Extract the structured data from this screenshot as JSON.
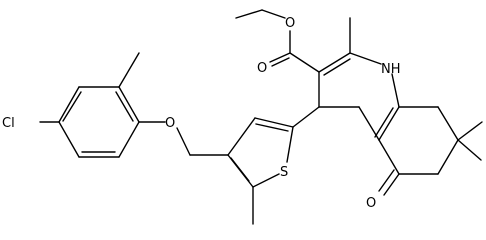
{
  "diagram": {
    "type": "skeletal-structure",
    "atoms": [
      {
        "id": "cl",
        "element": "Cl",
        "label": "Cl"
      },
      {
        "id": "o_ether",
        "element": "O",
        "label": "O"
      },
      {
        "id": "o_ester_carbonyl",
        "element": "O",
        "label": "O"
      },
      {
        "id": "o_ester_alkoxy",
        "element": "O",
        "label": "O"
      },
      {
        "id": "nh",
        "element": "N",
        "label": "NH"
      },
      {
        "id": "s",
        "element": "S",
        "label": "S"
      },
      {
        "id": "o_ketone",
        "element": "O",
        "label": "O"
      }
    ]
  }
}
